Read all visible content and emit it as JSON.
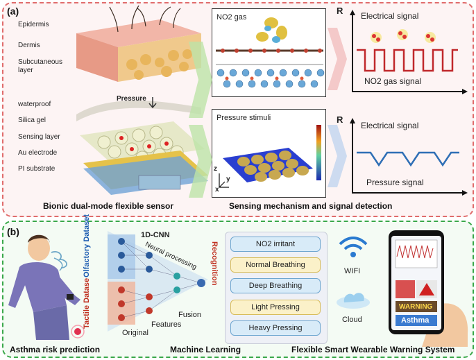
{
  "panel_a": {
    "tag": "(a)",
    "skin_layers": [
      "Epidermis",
      "Dermis",
      "Subcutaneous layer"
    ],
    "sensor_layers": [
      "waterproof",
      "Silica gel",
      "Sensing layer",
      "Au electrode",
      "PI substrate"
    ],
    "pressure_label": "Pressure",
    "sensor_caption": "Bionic dual-mode flexible sensor",
    "gas_box_label": "NO2 gas",
    "pressure_box_label": "Pressure stimuli",
    "axes_letters": [
      "z",
      "y",
      "x"
    ],
    "mechanism_caption": "Sensing mechanism and signal detection",
    "signal_top": {
      "axis": "R",
      "title": "Electrical signal",
      "label": "NO2 gas signal"
    },
    "signal_bottom": {
      "axis": "R",
      "title": "Electrical signal",
      "label": "Pressure signal"
    }
  },
  "panel_b": {
    "tag": "(b)",
    "caption_left": "Asthma risk prediction",
    "olfactory": "Olfactory Dataset",
    "tactile": "Tactile Datase",
    "cnn_title": "1D-CNN",
    "cnn_sub": "Neural processing",
    "recognition": "Recognition",
    "fusion": "Fusion",
    "features": "Features",
    "original": "Original",
    "ml_caption": "Machine Learning",
    "classes": [
      "NO2 irritant",
      "Normal Breathing",
      "Deep Breathing",
      "Light Pressing",
      "Heavy Pressing"
    ],
    "wifi": "WIFI",
    "cloud": "Cloud",
    "phone_warning": "WARNING",
    "phone_label": "Asthma",
    "system_caption": "Flexible Smart Wearable Warning System"
  },
  "colors": {
    "panel_a_border": "#e06c6c",
    "panel_b_border": "#3aa84a",
    "signal_red": "#c0282b",
    "signal_blue": "#2f6fb5"
  }
}
